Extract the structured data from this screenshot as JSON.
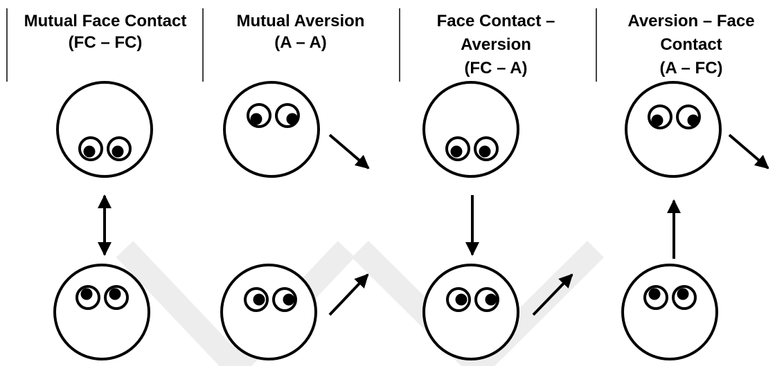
{
  "panels": [
    {
      "id": "fc-fc",
      "title_lines": [
        "Mutual Face Contact",
        "(FC – FC)"
      ],
      "top_face_gaze": "down",
      "bottom_face_gaze": "up",
      "gaze_arrow": "double-vertical"
    },
    {
      "id": "a-a",
      "title_lines": [
        "Mutual Aversion",
        "(A – A)"
      ],
      "top_face_gaze": "up-right",
      "bottom_face_gaze": "right",
      "gaze_arrow": "both-diagonal-away"
    },
    {
      "id": "fc-a",
      "title_lines": [
        "Face Contact –",
        "Aversion",
        "(FC – A)"
      ],
      "top_face_gaze": "down",
      "bottom_face_gaze": "right",
      "gaze_arrow": "down-and-bottom-diagonal-away"
    },
    {
      "id": "a-fc",
      "title_lines": [
        "Aversion – Face",
        "Contact",
        "(A – FC)"
      ],
      "top_face_gaze": "up-right",
      "bottom_face_gaze": "up",
      "gaze_arrow": "up-and-top-diagonal-away"
    }
  ],
  "colors": {
    "stroke": "#000000",
    "background": "#ffffff",
    "watermark": "#ececec"
  }
}
